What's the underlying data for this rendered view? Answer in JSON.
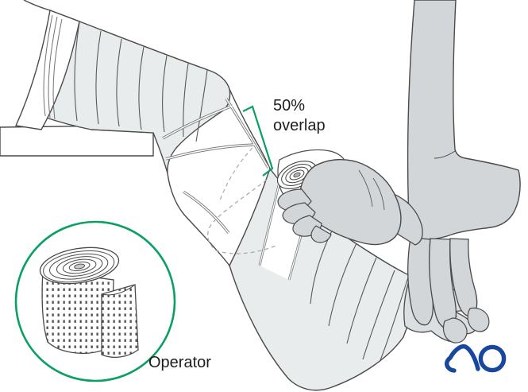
{
  "scene": {
    "description": "Medical instructional illustration: an operator applies an elastic bandage around a patient's flexed elbow and forearm with 50% overlap of each turn, while supporting the patient's hand. Inset circle shows the bandage roll used by the operator.",
    "background_color": "#ffffff"
  },
  "annotations": {
    "overlap_label": {
      "line1": "50%",
      "line2": "overlap",
      "full": "50% overlap"
    },
    "bracket_color": "#0a9f63",
    "text_color": "#1d1d1b"
  },
  "legend_circle": {
    "label": "Operator",
    "border_color": "#0a9f63",
    "content": "bandage-roll"
  },
  "logo": {
    "text": "AO",
    "color": "#17479e"
  },
  "illustration_colors": {
    "bandage_fill": "#e9eced",
    "fresh_wrap_fill": "#ffffff",
    "operator_skin_fill": "#d2d6d8",
    "patient_hand_fill": "#dbdfe1",
    "outline": "#4a4a4a",
    "wrap_line": "#585858",
    "bandage_edge_double_line": "#787d80",
    "hidden_path_dash": "#a8acae",
    "green_accent": "#0a9f63",
    "logo_blue": "#17479e"
  }
}
